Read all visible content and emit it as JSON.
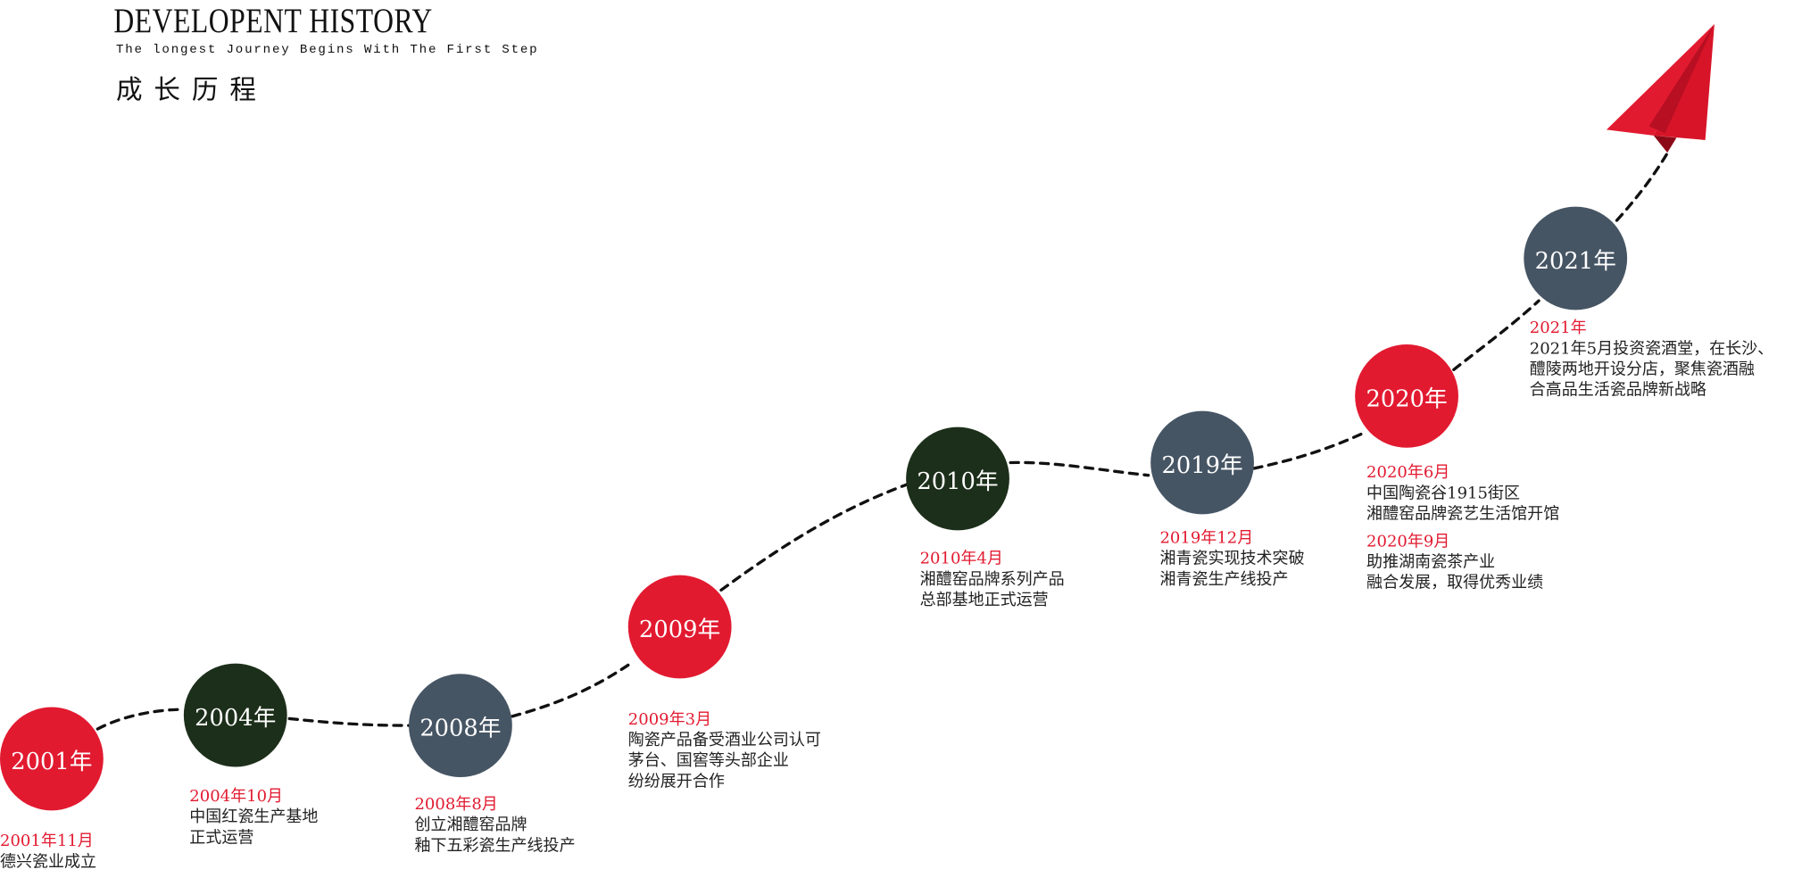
{
  "header": {
    "title_en": "DEVELOPENT HISTORY",
    "subtitle_en": "The longest Journey Begins With The First Step",
    "title_cn": "成长历程"
  },
  "colors": {
    "red": "#e21a30",
    "dark_green": "#1c2f1a",
    "slate": "#465564",
    "date_text": "#e21a30",
    "body_text": "#222222",
    "dash_line": "#111111",
    "plane": "#e21a30"
  },
  "plane_icon": "paper-plane-icon",
  "milestones": [
    {
      "year": "2001年",
      "color": "red",
      "entries": [
        {
          "date": "2001年11月",
          "lines": [
            "德兴瓷业成立"
          ]
        }
      ]
    },
    {
      "year": "2004年",
      "color": "dark_green",
      "entries": [
        {
          "date": "2004年10月",
          "lines": [
            "中国红瓷生产基地",
            "正式运营"
          ]
        }
      ]
    },
    {
      "year": "2008年",
      "color": "slate",
      "entries": [
        {
          "date": "2008年8月",
          "lines": [
            "创立湘醴窑品牌",
            "釉下五彩瓷生产线投产"
          ]
        }
      ]
    },
    {
      "year": "2009年",
      "color": "red",
      "entries": [
        {
          "date": "2009年3月",
          "lines": [
            "陶瓷产品备受酒业公司认可",
            "茅台、国窖等头部企业",
            "纷纷展开合作"
          ]
        }
      ]
    },
    {
      "year": "2010年",
      "color": "dark_green",
      "entries": [
        {
          "date": "2010年4月",
          "lines": [
            "湘醴窑品牌系列产品",
            "总部基地正式运营"
          ]
        }
      ]
    },
    {
      "year": "2019年",
      "color": "slate",
      "entries": [
        {
          "date": "2019年12月",
          "lines": [
            "湘青瓷实现技术突破",
            "湘青瓷生产线投产"
          ]
        }
      ]
    },
    {
      "year": "2020年",
      "color": "red",
      "entries": [
        {
          "date": "2020年6月",
          "lines": [
            "中国陶瓷谷1915街区",
            "湘醴窑品牌瓷艺生活馆开馆"
          ]
        },
        {
          "date": "2020年9月",
          "lines": [
            "助推湖南瓷茶产业",
            "融合发展，取得优秀业绩"
          ]
        }
      ]
    },
    {
      "year": "2021年",
      "color": "slate",
      "entries": [
        {
          "date": "2021年",
          "lines": [
            "2021年5月投资瓷酒堂，在长沙、",
            "醴陵两地开设分店，聚焦瓷酒融",
            "合高品生活瓷品牌新战略"
          ]
        }
      ]
    }
  ]
}
